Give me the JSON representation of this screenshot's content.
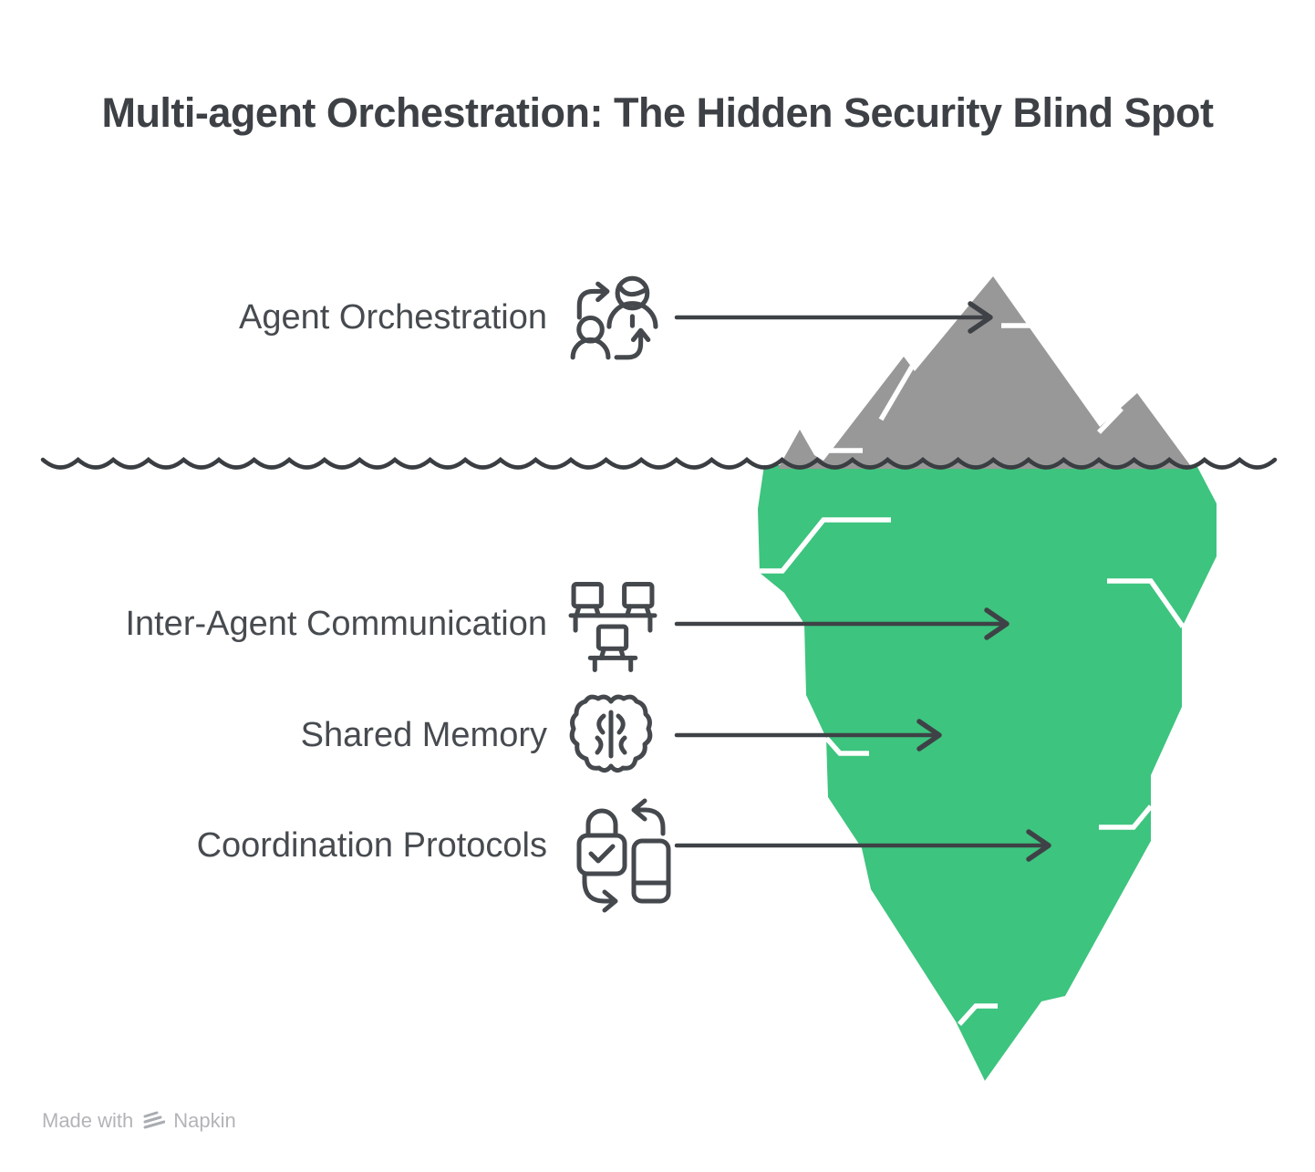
{
  "title": "Multi-agent Orchestration: The Hidden Security Blind Spot",
  "diagram": {
    "type": "iceberg",
    "waterline_style": "wavy",
    "colors": {
      "tip": "#989898",
      "body": "#3dc47e",
      "ink": "#3e4246",
      "crack": "#ffffff",
      "label_text": "#474b4f"
    },
    "items": [
      {
        "label": "Agent Orchestration",
        "icon": "people-swap",
        "zone": "above-water"
      },
      {
        "label": "Inter-Agent Communication",
        "icon": "workstations",
        "zone": "below-water"
      },
      {
        "label": "Shared Memory",
        "icon": "brain",
        "zone": "below-water"
      },
      {
        "label": "Coordination Protocols",
        "icon": "lock-sync",
        "zone": "below-water"
      }
    ]
  },
  "footer": {
    "made_with": "Made with",
    "brand": "Napkin"
  }
}
